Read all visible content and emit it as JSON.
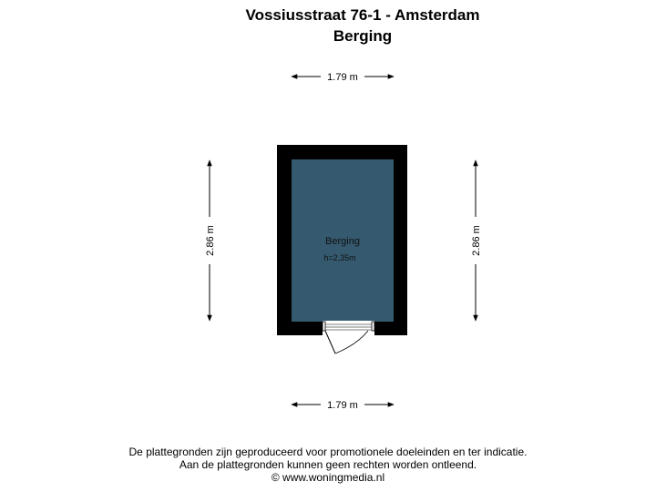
{
  "header": {
    "title": "Vossiusstraat 76-1 - Amsterdam",
    "subtitle": "Berging"
  },
  "floorplan": {
    "room": {
      "name": "Berging",
      "height_label": "h=2,35m",
      "fill_color": "#355a70",
      "wall_color": "#000000"
    },
    "dimensions": {
      "top_width": "1.79 m",
      "bottom_width": "1.79 m",
      "left_depth": "2.86 m",
      "right_depth": "2.86 m"
    }
  },
  "footer": {
    "line1": "De plattegronden zijn geproduceerd voor promotionele doeleinden en ter indicatie.",
    "line2": "Aan de plattegronden kunnen geen rechten worden ontleend.",
    "line3": "© www.woningmedia.nl"
  }
}
